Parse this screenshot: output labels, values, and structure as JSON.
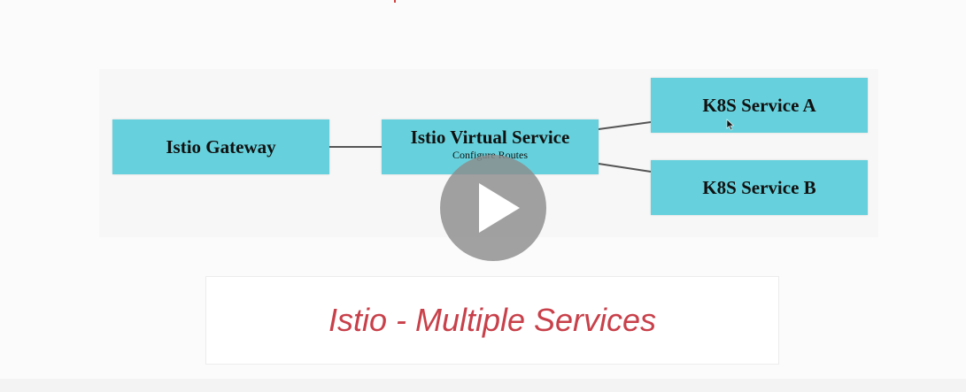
{
  "diagram": {
    "nodes": {
      "gateway": {
        "title": "Istio Gateway"
      },
      "virtual_service": {
        "title": "Istio Virtual Service",
        "subtitle": "Configure Routes"
      },
      "service_a": {
        "title": "K8S Service A"
      },
      "service_b": {
        "title": "K8S Service B"
      }
    },
    "edges": [
      {
        "from": "gateway",
        "to": "virtual_service"
      },
      {
        "from": "virtual_service",
        "to": "service_a"
      },
      {
        "from": "virtual_service",
        "to": "service_b"
      }
    ],
    "node_color": "#66d1dc",
    "edge_color": "#555555"
  },
  "caption": {
    "text": "Istio - Multiple Services",
    "color": "#c8404a"
  },
  "player": {
    "play_icon": "play-icon"
  }
}
